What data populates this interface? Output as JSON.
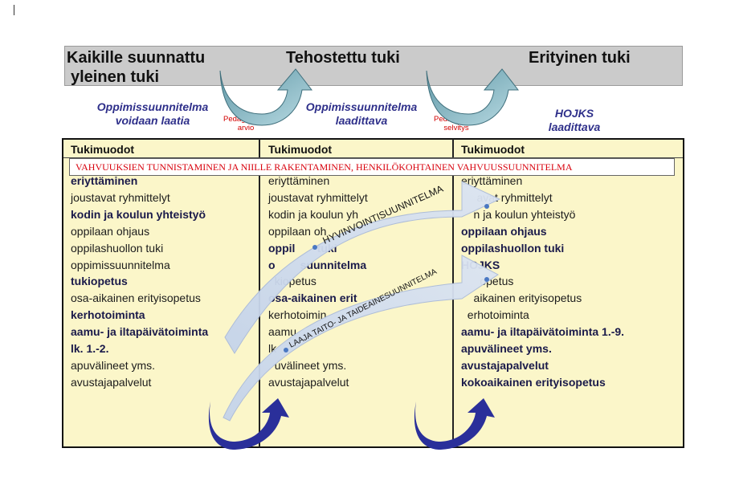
{
  "header": {
    "col1_line1": "Kaikille suunnattu",
    "col1_line2": "yleinen tuki",
    "col2": "Tehostettu tuki",
    "col3": "Erityinen tuki"
  },
  "subtitles": {
    "col1_line1": "Oppimissuunnitelma",
    "col1_line2": "voidaan laatia",
    "col2_line1": "Oppimissuunnitelma",
    "col2_line2": "laadittava",
    "col3_line1": "HOJKS",
    "col3_line2": "laadittava"
  },
  "transitions": {
    "first_line1": "Pedagoginen",
    "first_line2": "arvio",
    "second_line1": "Pedagoginen",
    "second_line2": "selvitys"
  },
  "banner": "VAHVUUKSIEN TUNNISTAMINEN JA NIILLE RAKENTAMINEN, HENKILÖKOHTAINEN VAHVUUSSUUNNITELMA",
  "arrows": {
    "upper_label": "HYVINVOINTISUUNNITELMA",
    "lower_label": "LAAJA TAITO- JA TAIDEAINESUUNNITELMA"
  },
  "colors": {
    "band_background": "#cbcbcb",
    "table_background": "#fbf6c9",
    "subtitle_text": "#2e2f8a",
    "transition_label": "#d20000",
    "banner_text": "#d8000c",
    "transition_arrow": "#7fb3c0",
    "loop_arrow": "#2a2f9a",
    "overlay_arrow": "#cdd9ec"
  },
  "columns": [
    {
      "heading": "Tukimuodot",
      "items": [
        {
          "text": "eriyttäminen",
          "bold": true
        },
        {
          "text": "joustavat ryhmittelyt",
          "bold": false
        },
        {
          "text": "kodin ja koulun yhteistyö",
          "bold": true
        },
        {
          "text": "oppilaan ohjaus",
          "bold": false
        },
        {
          "text": "oppilashuollon tuki",
          "bold": false
        },
        {
          "text": "oppimissuunnitelma",
          "bold": false
        },
        {
          "text": "tukiopetus",
          "bold": true
        },
        {
          "text": "osa-aikainen erityisopetus",
          "bold": false
        },
        {
          "text": "kerhotoiminta",
          "bold": true
        },
        {
          "text": "aamu- ja iltapäivätoiminta",
          "bold": true
        },
        {
          "text": "lk. 1.-2.",
          "bold": true
        },
        {
          "text": "apuvälineet yms.",
          "bold": false
        },
        {
          "text": "avustajapalvelut",
          "bold": false
        }
      ]
    },
    {
      "heading": "Tukimuodot",
      "items": [
        {
          "text": "eriyttäminen",
          "bold": false
        },
        {
          "text": "joustavat ryhmittelyt",
          "bold": false
        },
        {
          "text": "kodin ja koulun yh",
          "bold": false
        },
        {
          "text": "oppilaan oh",
          "bold": false
        },
        {
          "text": "oppil       tuki",
          "bold": true
        },
        {
          "text": "o        suunnitelma",
          "bold": true
        },
        {
          "text": "  kiopetus",
          "bold": false
        },
        {
          "text": "osa-aikainen erit",
          "bold": true
        },
        {
          "text": "kerhotoimin",
          "bold": false
        },
        {
          "text": "aamu",
          "bold": false
        },
        {
          "text": "lk",
          "bold": false
        },
        {
          "text": "  uvälineet yms.",
          "bold": false
        },
        {
          "text": "avustajapalvelut",
          "bold": false
        }
      ]
    },
    {
      "heading": "Tukimuodot",
      "items": [
        {
          "text": "eriyttäminen",
          "bold": false
        },
        {
          "text": "     avat ryhmittelyt",
          "bold": false
        },
        {
          "text": "    n ja koulun yhteistyö",
          "bold": false
        },
        {
          "text": "oppilaan ohjaus",
          "bold": true
        },
        {
          "text": "oppilashuollon tuki",
          "bold": true
        },
        {
          "text": "HOJKS",
          "bold": true
        },
        {
          "text": "      opetus",
          "bold": false
        },
        {
          "text": "    aikainen erityisopetus",
          "bold": false
        },
        {
          "text": "  erhotoiminta",
          "bold": false
        },
        {
          "text": "aamu- ja iltapäivätoiminta 1.-9.",
          "bold": true
        },
        {
          "text": "apuvälineet yms.",
          "bold": true
        },
        {
          "text": "avustajapalvelut",
          "bold": true
        },
        {
          "text": "kokoaikainen erityisopetus",
          "bold": true
        }
      ]
    }
  ]
}
